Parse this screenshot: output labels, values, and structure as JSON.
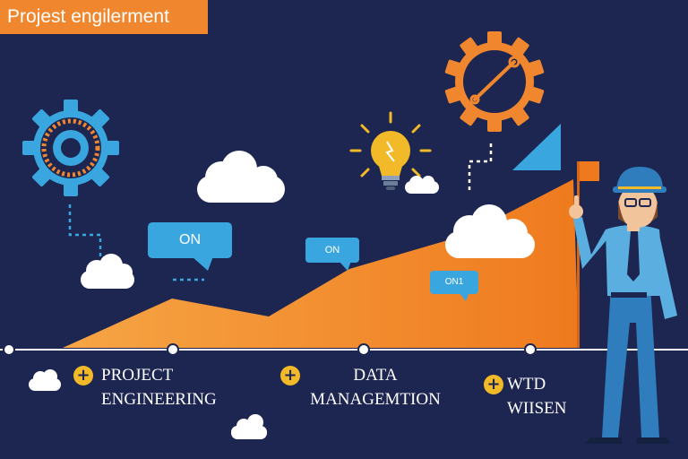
{
  "title": "Projest engilerment",
  "bubbles": [
    {
      "text": "ON"
    },
    {
      "text": "ON"
    },
    {
      "text": "ON1"
    }
  ],
  "steps": [
    {
      "line1": "PROJECT",
      "line2": "ENGINEERING"
    },
    {
      "line1": "DATA",
      "line2": "MANAGEMTION"
    },
    {
      "line1": "WTD",
      "line2": "WIISEN"
    }
  ],
  "icons": {
    "step": "plus-circle-icon",
    "gears": "gear-icon",
    "idea": "lightbulb-icon",
    "clouds": "cloud-icon"
  },
  "colors": {
    "background": "#1c2650",
    "accent_orange": "#f0872f",
    "accent_blue": "#3aa6e0",
    "accent_yellow": "#f2b928",
    "text": "#ffffff"
  }
}
